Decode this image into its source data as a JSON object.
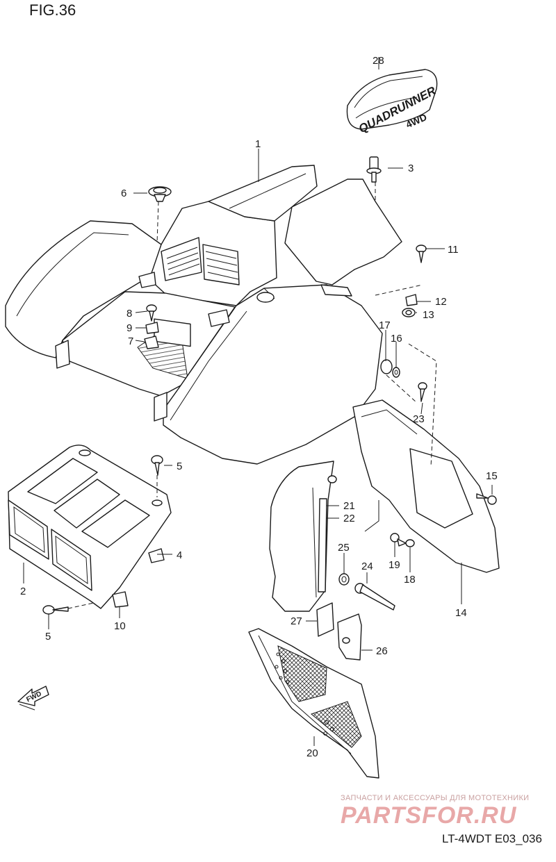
{
  "figure": {
    "title": "FIG.36",
    "code": "LT-4WDT E03_036"
  },
  "watermark": {
    "line1": "ЗАПЧАСТИ И АКСЕССУАРЫ ДЛЯ МОТОТЕХНИКИ",
    "brand": "PARTSFOR.RU"
  },
  "emblem": {
    "text_main": "QUADRUNNER",
    "text_sub": "4WD"
  },
  "fwd_label": "FWD",
  "callouts": [
    {
      "id": "p1",
      "label": "1"
    },
    {
      "id": "p2",
      "label": "2"
    },
    {
      "id": "p3",
      "label": "3"
    },
    {
      "id": "p4",
      "label": "4"
    },
    {
      "id": "p5a",
      "label": "5"
    },
    {
      "id": "p5b",
      "label": "5"
    },
    {
      "id": "p6",
      "label": "6"
    },
    {
      "id": "p7",
      "label": "7"
    },
    {
      "id": "p8",
      "label": "8"
    },
    {
      "id": "p9",
      "label": "9"
    },
    {
      "id": "p10",
      "label": "10"
    },
    {
      "id": "p11",
      "label": "11"
    },
    {
      "id": "p12",
      "label": "12"
    },
    {
      "id": "p13",
      "label": "13"
    },
    {
      "id": "p14",
      "label": "14"
    },
    {
      "id": "p15",
      "label": "15"
    },
    {
      "id": "p16",
      "label": "16"
    },
    {
      "id": "p17",
      "label": "17"
    },
    {
      "id": "p18",
      "label": "18"
    },
    {
      "id": "p19",
      "label": "19"
    },
    {
      "id": "p20",
      "label": "20"
    },
    {
      "id": "p21",
      "label": "21"
    },
    {
      "id": "p22",
      "label": "22"
    },
    {
      "id": "p23",
      "label": "23"
    },
    {
      "id": "p24",
      "label": "24"
    },
    {
      "id": "p25",
      "label": "25"
    },
    {
      "id": "p26",
      "label": "26"
    },
    {
      "id": "p27",
      "label": "27"
    },
    {
      "id": "p28",
      "label": "28"
    }
  ]
}
